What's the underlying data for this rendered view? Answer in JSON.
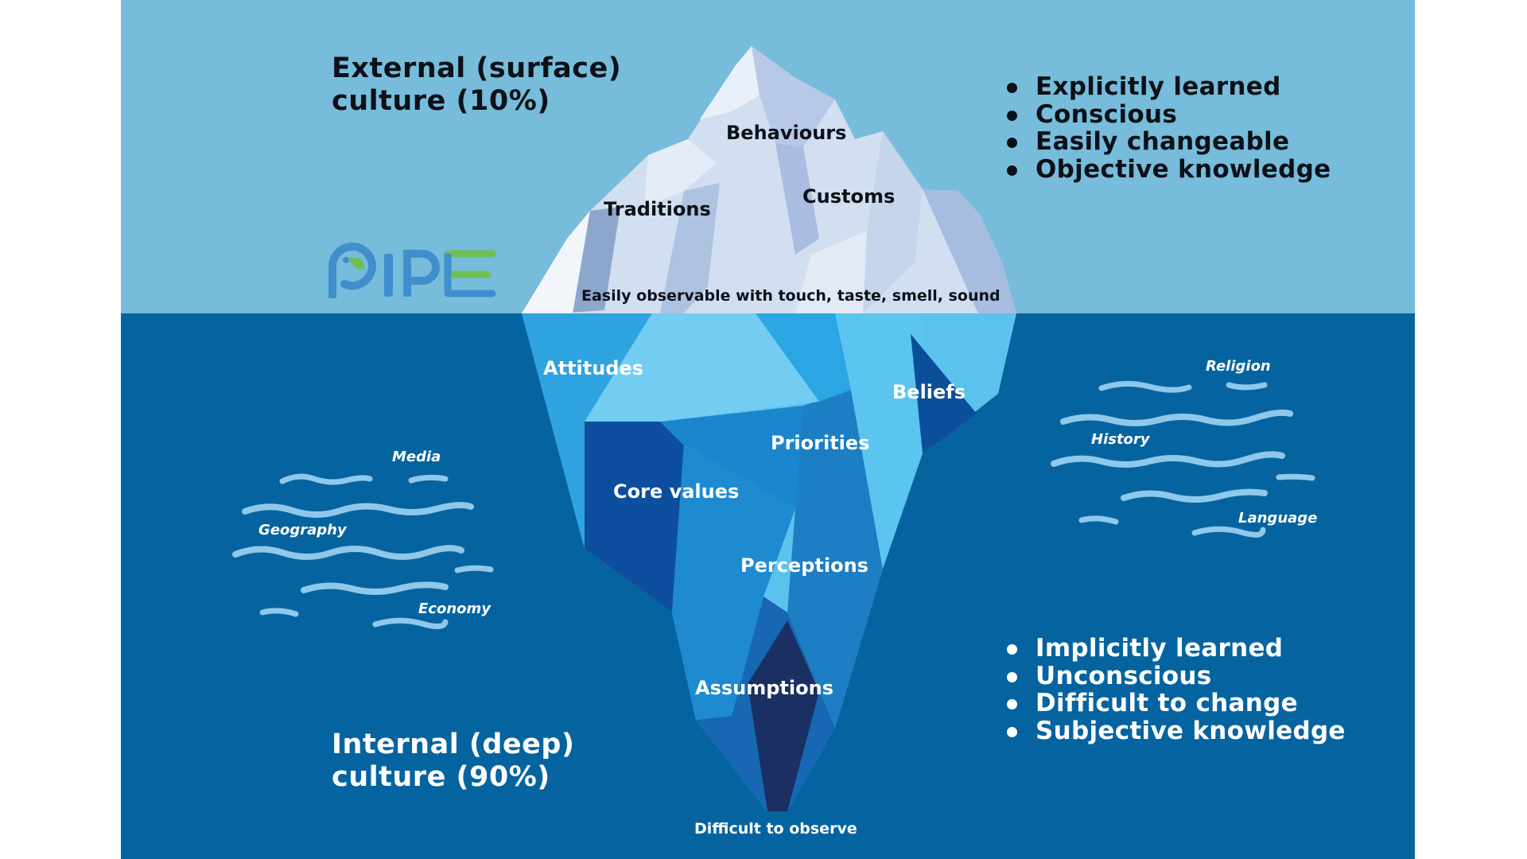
{
  "colors": {
    "sky": "#77bcdb",
    "sea": "#0564a0",
    "ice_light": "#d2dff0",
    "ice_underwater": "#5bc2ee",
    "ice_deep": "#0a3f86",
    "wave": "#8fc8ea"
  },
  "surface": {
    "heading_line1": "External (surface)",
    "heading_line2": "culture (10%)",
    "bullets": [
      "Explicitly learned",
      "Conscious",
      "Easily changeable",
      "Objective knowledge"
    ],
    "labels": {
      "behaviours": "Behaviours",
      "traditions": "Traditions",
      "customs": "Customs"
    },
    "note": "Easily observable with touch, taste, smell, sound"
  },
  "deep": {
    "heading_line1": "Internal (deep)",
    "heading_line2": "culture (90%)",
    "bullets": [
      "Implicitly learned",
      "Unconscious",
      "Difficult to change",
      "Subjective knowledge"
    ],
    "labels": {
      "attitudes": "Attitudes",
      "beliefs": "Beliefs",
      "priorities": "Priorities",
      "core_values": "Core values",
      "perceptions": "Perceptions",
      "assumptions": "Assumptions"
    },
    "note": "Difficult to observe"
  },
  "influences": {
    "left": [
      "Media",
      "Geography",
      "Economy"
    ],
    "right": [
      "Religion",
      "History",
      "Language"
    ]
  },
  "logo": {
    "icon": "pipe-logo"
  }
}
